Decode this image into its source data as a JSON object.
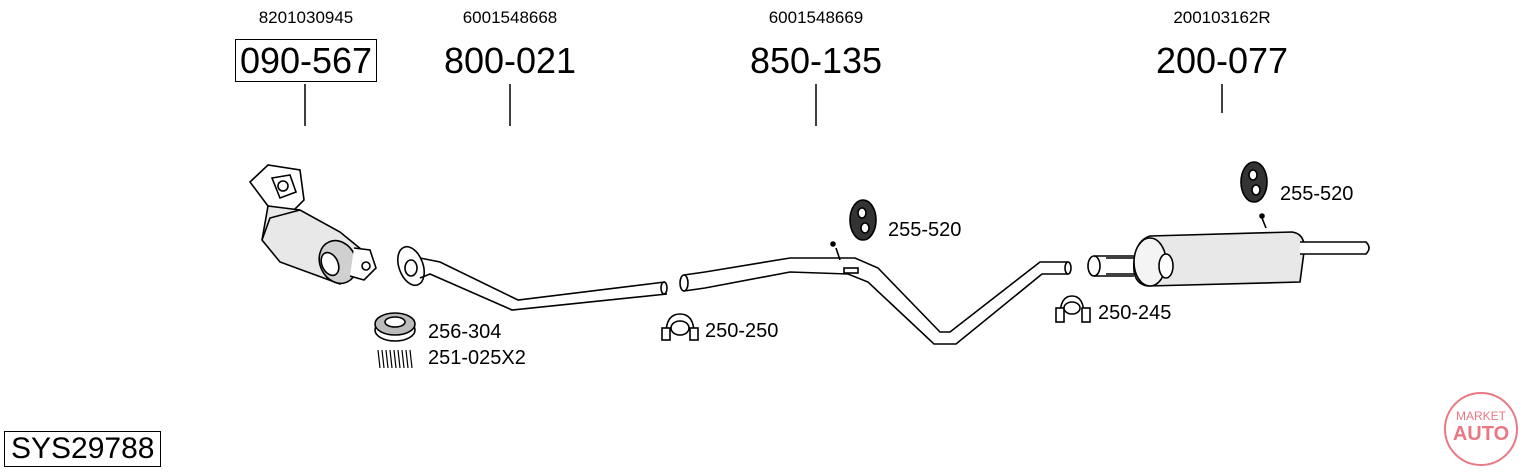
{
  "parts": [
    {
      "oem": "8201030945",
      "code": "090-567",
      "boxed": true
    },
    {
      "oem": "6001548668",
      "code": "800-021",
      "boxed": false
    },
    {
      "oem": "6001548669",
      "code": "850-135",
      "boxed": false
    },
    {
      "oem": "200103162R",
      "code": "200-077",
      "boxed": false
    }
  ],
  "accessories": {
    "hanger_1": "255-520",
    "hanger_2": "255-520",
    "gasket": "256-304",
    "spring": "251-025X2",
    "clamp_1": "250-250",
    "clamp_2": "250-245"
  },
  "system_code": "SYS29788",
  "logo": {
    "top": "MARKET",
    "bottom": "AUTO",
    "color": "#e04050"
  }
}
